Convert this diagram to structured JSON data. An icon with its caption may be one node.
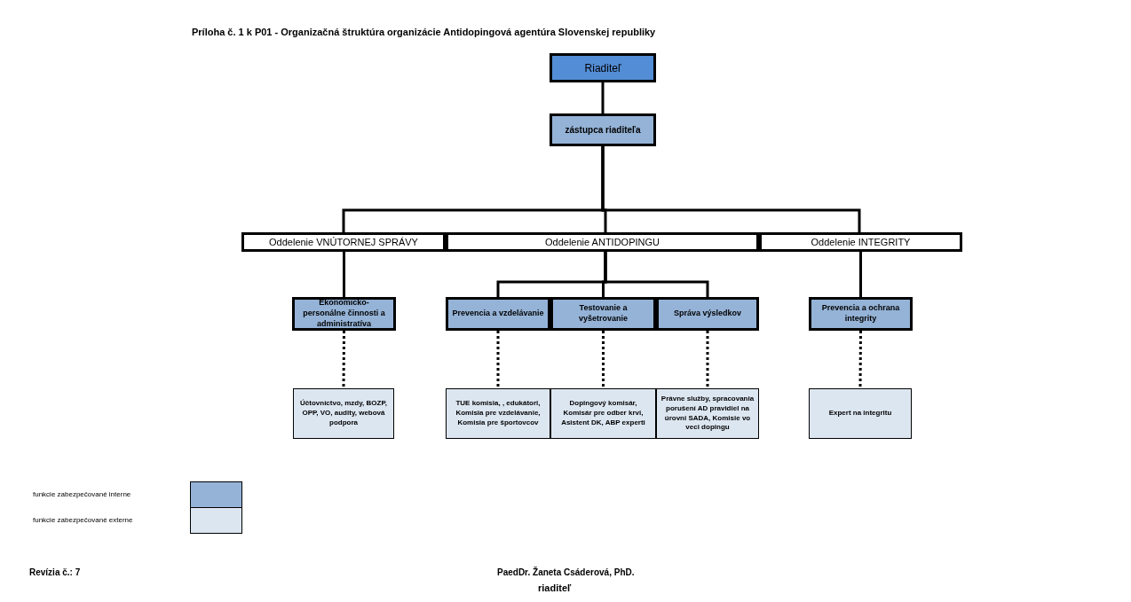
{
  "diagram": {
    "title": "Príloha č. 1 k P01 - Organizačná štruktúra organizácie Antidopingová agentúra Slovenskej republiky",
    "nodes": [
      {
        "text": [
          "Riaditeľ"
        ]
      },
      {
        "text": [
          "zástupca riaditeľa"
        ]
      },
      {
        "text": [
          "Oddelenie VNÚTORNEJ SPRÁVY"
        ]
      },
      {
        "text": [
          "Oddelenie ANTIDOPINGU"
        ]
      },
      {
        "text": [
          "Oddelenie INTEGRITY"
        ]
      },
      {
        "text": [
          "Ekonomicko-personálne činnosti a administratíva"
        ]
      },
      {
        "text": [
          "Prevencia a vzdelávanie"
        ]
      },
      {
        "text": [
          "Testovanie a vyšetrovanie"
        ]
      },
      {
        "text": [
          "Správa výsledkov"
        ]
      },
      {
        "text": [
          "Prevencia a ochrana integrity"
        ]
      },
      {
        "text": [
          "Účtovníctvo, mzdy, BOZP, OPP, VO, audity, webová podpora"
        ]
      },
      {
        "text": [
          "TUE komisia, , edukátori, Komisia pre vzdelávanie, Komisia pre športovcov"
        ]
      },
      {
        "text": [
          "Dopingový komisár, Komisár pre odber krvi, Asistent DK, ABP experti"
        ]
      },
      {
        "text": [
          "Právne služby, spracovania porušení AD pravidiel na úrovni SADA, Komisie vo veci dopingu"
        ]
      },
      {
        "text": [
          "Expert na integritu"
        ]
      }
    ],
    "edges": [
      {
        "from": 0,
        "to": 1,
        "arrow": "none"
      },
      {
        "from": 1,
        "to": 2,
        "arrow": "none"
      },
      {
        "from": 1,
        "to": 3,
        "arrow": "none"
      },
      {
        "from": 1,
        "to": 4,
        "arrow": "none"
      },
      {
        "from": 2,
        "to": 5,
        "arrow": "none"
      },
      {
        "from": 3,
        "to": 6,
        "arrow": "none"
      },
      {
        "from": 3,
        "to": 7,
        "arrow": "none"
      },
      {
        "from": 3,
        "to": 8,
        "arrow": "none"
      },
      {
        "from": 4,
        "to": 9,
        "arrow": "none"
      },
      {
        "from": 5,
        "to": 10,
        "arrow": "none",
        "style": "dashed"
      },
      {
        "from": 6,
        "to": 11,
        "arrow": "none",
        "style": "dashed"
      },
      {
        "from": 7,
        "to": 12,
        "arrow": "none",
        "style": "dashed"
      },
      {
        "from": 8,
        "to": 13,
        "arrow": "none",
        "style": "dashed"
      },
      {
        "from": 9,
        "to": 14,
        "arrow": "none",
        "style": "dashed"
      }
    ],
    "labels": [
      "Revízia č.: 7",
      "PaedDr. Žaneta Csáderová, PhD.",
      "riaditeľ"
    ],
    "legend": [
      {
        "text": "funkcie zabezpečované interne",
        "color": "#95b3d7"
      },
      {
        "text": "funkcie zabezpečované externe",
        "color": "#dce6f1"
      }
    ]
  }
}
